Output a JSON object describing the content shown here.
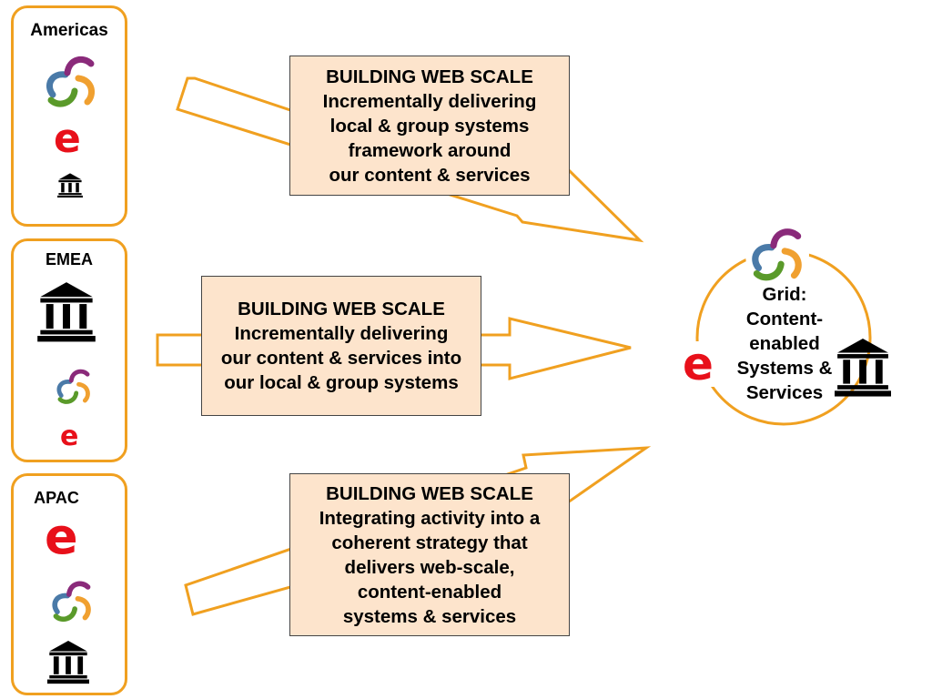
{
  "regions": [
    {
      "title": "Americas"
    },
    {
      "title": "EMEA"
    },
    {
      "title": "APAC"
    }
  ],
  "e_letter": "e",
  "callouts": [
    {
      "lines": [
        "BUILDING WEB SCALE",
        "Incrementally delivering",
        "local & group systems",
        "framework around",
        "our content & services"
      ]
    },
    {
      "lines": [
        "BUILDING WEB SCALE",
        "Incrementally delivering",
        "our content & services into",
        "our local & group systems"
      ]
    },
    {
      "lines": [
        "BUILDING WEB SCALE",
        "Integrating activity into a",
        "coherent strategy that",
        "delivers web-scale,",
        "content-enabled",
        "systems & services"
      ]
    }
  ],
  "hub": {
    "lines": [
      "Grid:",
      "Content-",
      "enabled",
      "Systems &",
      "Services"
    ]
  },
  "icons": {
    "swirl": "swirl-logo-icon",
    "institution": "institution-building-icon",
    "e": "e-logo-icon"
  },
  "colors": {
    "accent": "#f0a020",
    "callout_fill": "#fde4cc",
    "e_red": "#e8101a",
    "swirl_blue": "#4a7aa8",
    "swirl_purple": "#8a2a7a",
    "swirl_orange": "#f0a030",
    "swirl_green": "#5a9a2a"
  }
}
